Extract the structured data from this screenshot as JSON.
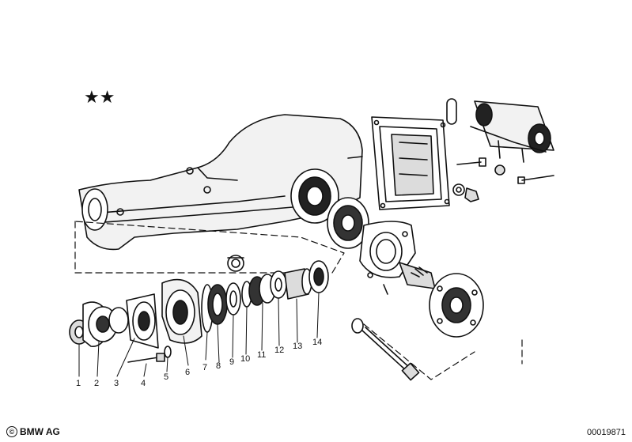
{
  "marker": "★★",
  "copyright": {
    "symbol": "©",
    "text": "BMW AG"
  },
  "diagram_code": "00019871",
  "part_labels": [
    "1",
    "2",
    "3",
    "4",
    "5",
    "6",
    "7",
    "8",
    "9",
    "10",
    "11",
    "12",
    "13",
    "14"
  ]
}
